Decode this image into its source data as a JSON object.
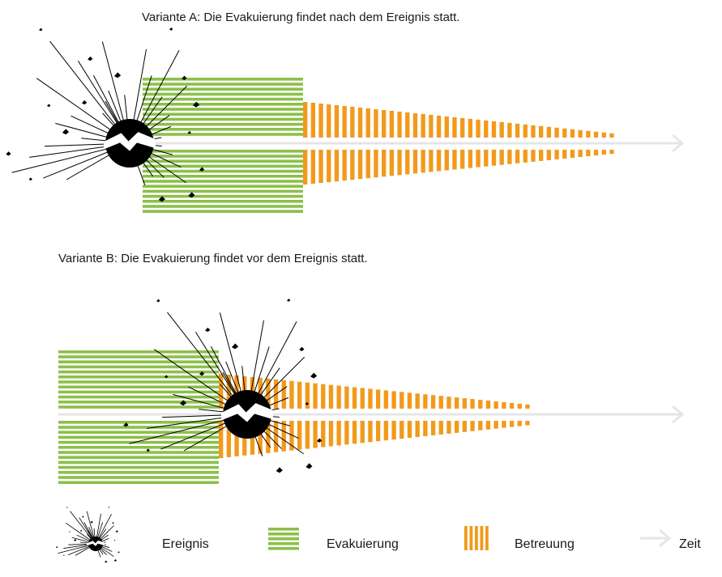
{
  "variant_a": {
    "caption": "Variante A: Die Evakuierung findet nach dem Ereignis statt."
  },
  "variant_b": {
    "caption": "Variante B: Die Evakuierung findet vor dem Ereignis statt."
  },
  "legend": {
    "ereignis": "Ereignis",
    "evakuierung": "Evakuierung",
    "betreuung": "Betreuung",
    "zeit": "Zeit"
  },
  "colors": {
    "evakuierung": "#8cc04a",
    "betreuung": "#f29a1b",
    "zeit_arrow": "#e6e6e6",
    "ereignis": "#000000"
  },
  "icons": {
    "ereignis": "explosion-icon",
    "evakuierung": "horizontal-stripes-icon",
    "betreuung": "vertical-stripes-icon",
    "zeit": "arrow-right-icon"
  }
}
